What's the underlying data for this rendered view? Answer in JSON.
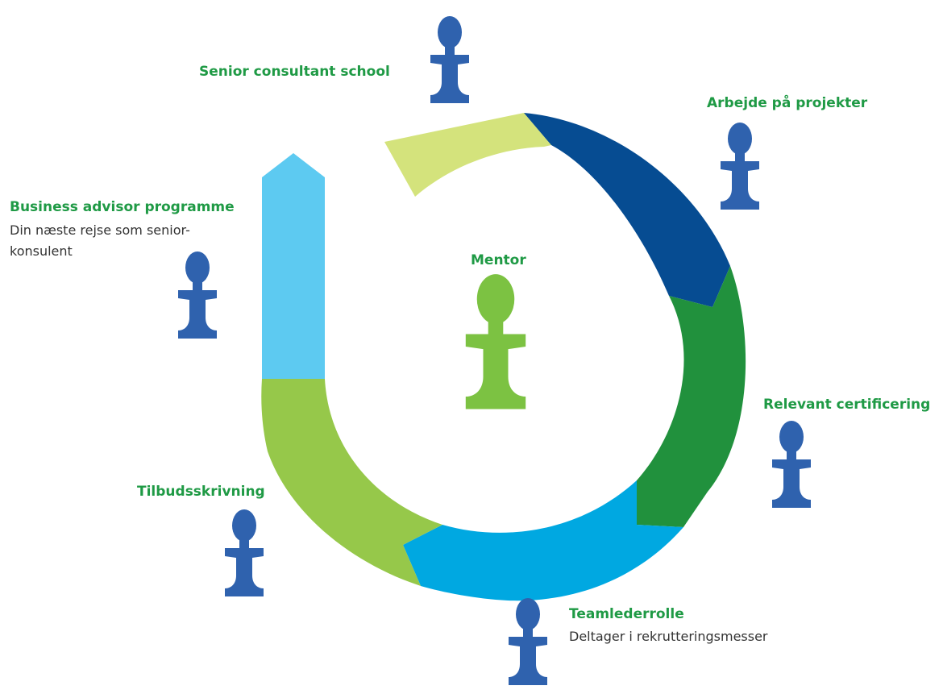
{
  "colors": {
    "green_label": "#1f9a45",
    "text": "#333333",
    "segment_lime_light": "#d4e37c",
    "segment_navy": "#064c92",
    "segment_green": "#21913d",
    "segment_cyan": "#00a8e1",
    "segment_lime": "#96c84a",
    "arrow_light_blue": "#5dcaf1",
    "figure_blue": "#2f62ae",
    "figure_green": "#7cc242"
  },
  "center": {
    "label": "Mentor",
    "icon": "person-figure-icon"
  },
  "stages": [
    {
      "title": "Senior consultant school"
    },
    {
      "title": "Arbejde på projekter"
    },
    {
      "title": "Relevant certificering"
    },
    {
      "title": "Teamlederrolle",
      "subtitle": "Deltager i rekrutteringsmesser"
    },
    {
      "title": "Tilbudsskrivning"
    },
    {
      "title": "Business advisor programme",
      "subtitle_line1": "Din næste rejse som senior-",
      "subtitle_line2": "konsulent"
    }
  ]
}
